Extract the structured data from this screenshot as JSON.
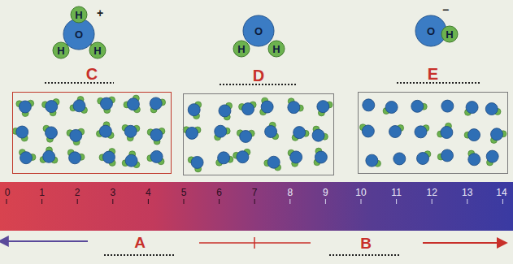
{
  "diagram": {
    "nodes": [
      {
        "text": [
          "C"
        ]
      },
      {
        "text": [
          "D"
        ]
      },
      {
        "text": [
          "E"
        ]
      }
    ],
    "labels": [
      "H",
      "+",
      "O",
      "H",
      "H",
      "O",
      "H",
      "H",
      "−",
      "O",
      "H",
      "0",
      "1",
      "2",
      "3",
      "4",
      "5",
      "6",
      "7",
      "8",
      "9",
      "10",
      "11",
      "12",
      "13",
      "14",
      "A",
      "B"
    ]
  }
}
